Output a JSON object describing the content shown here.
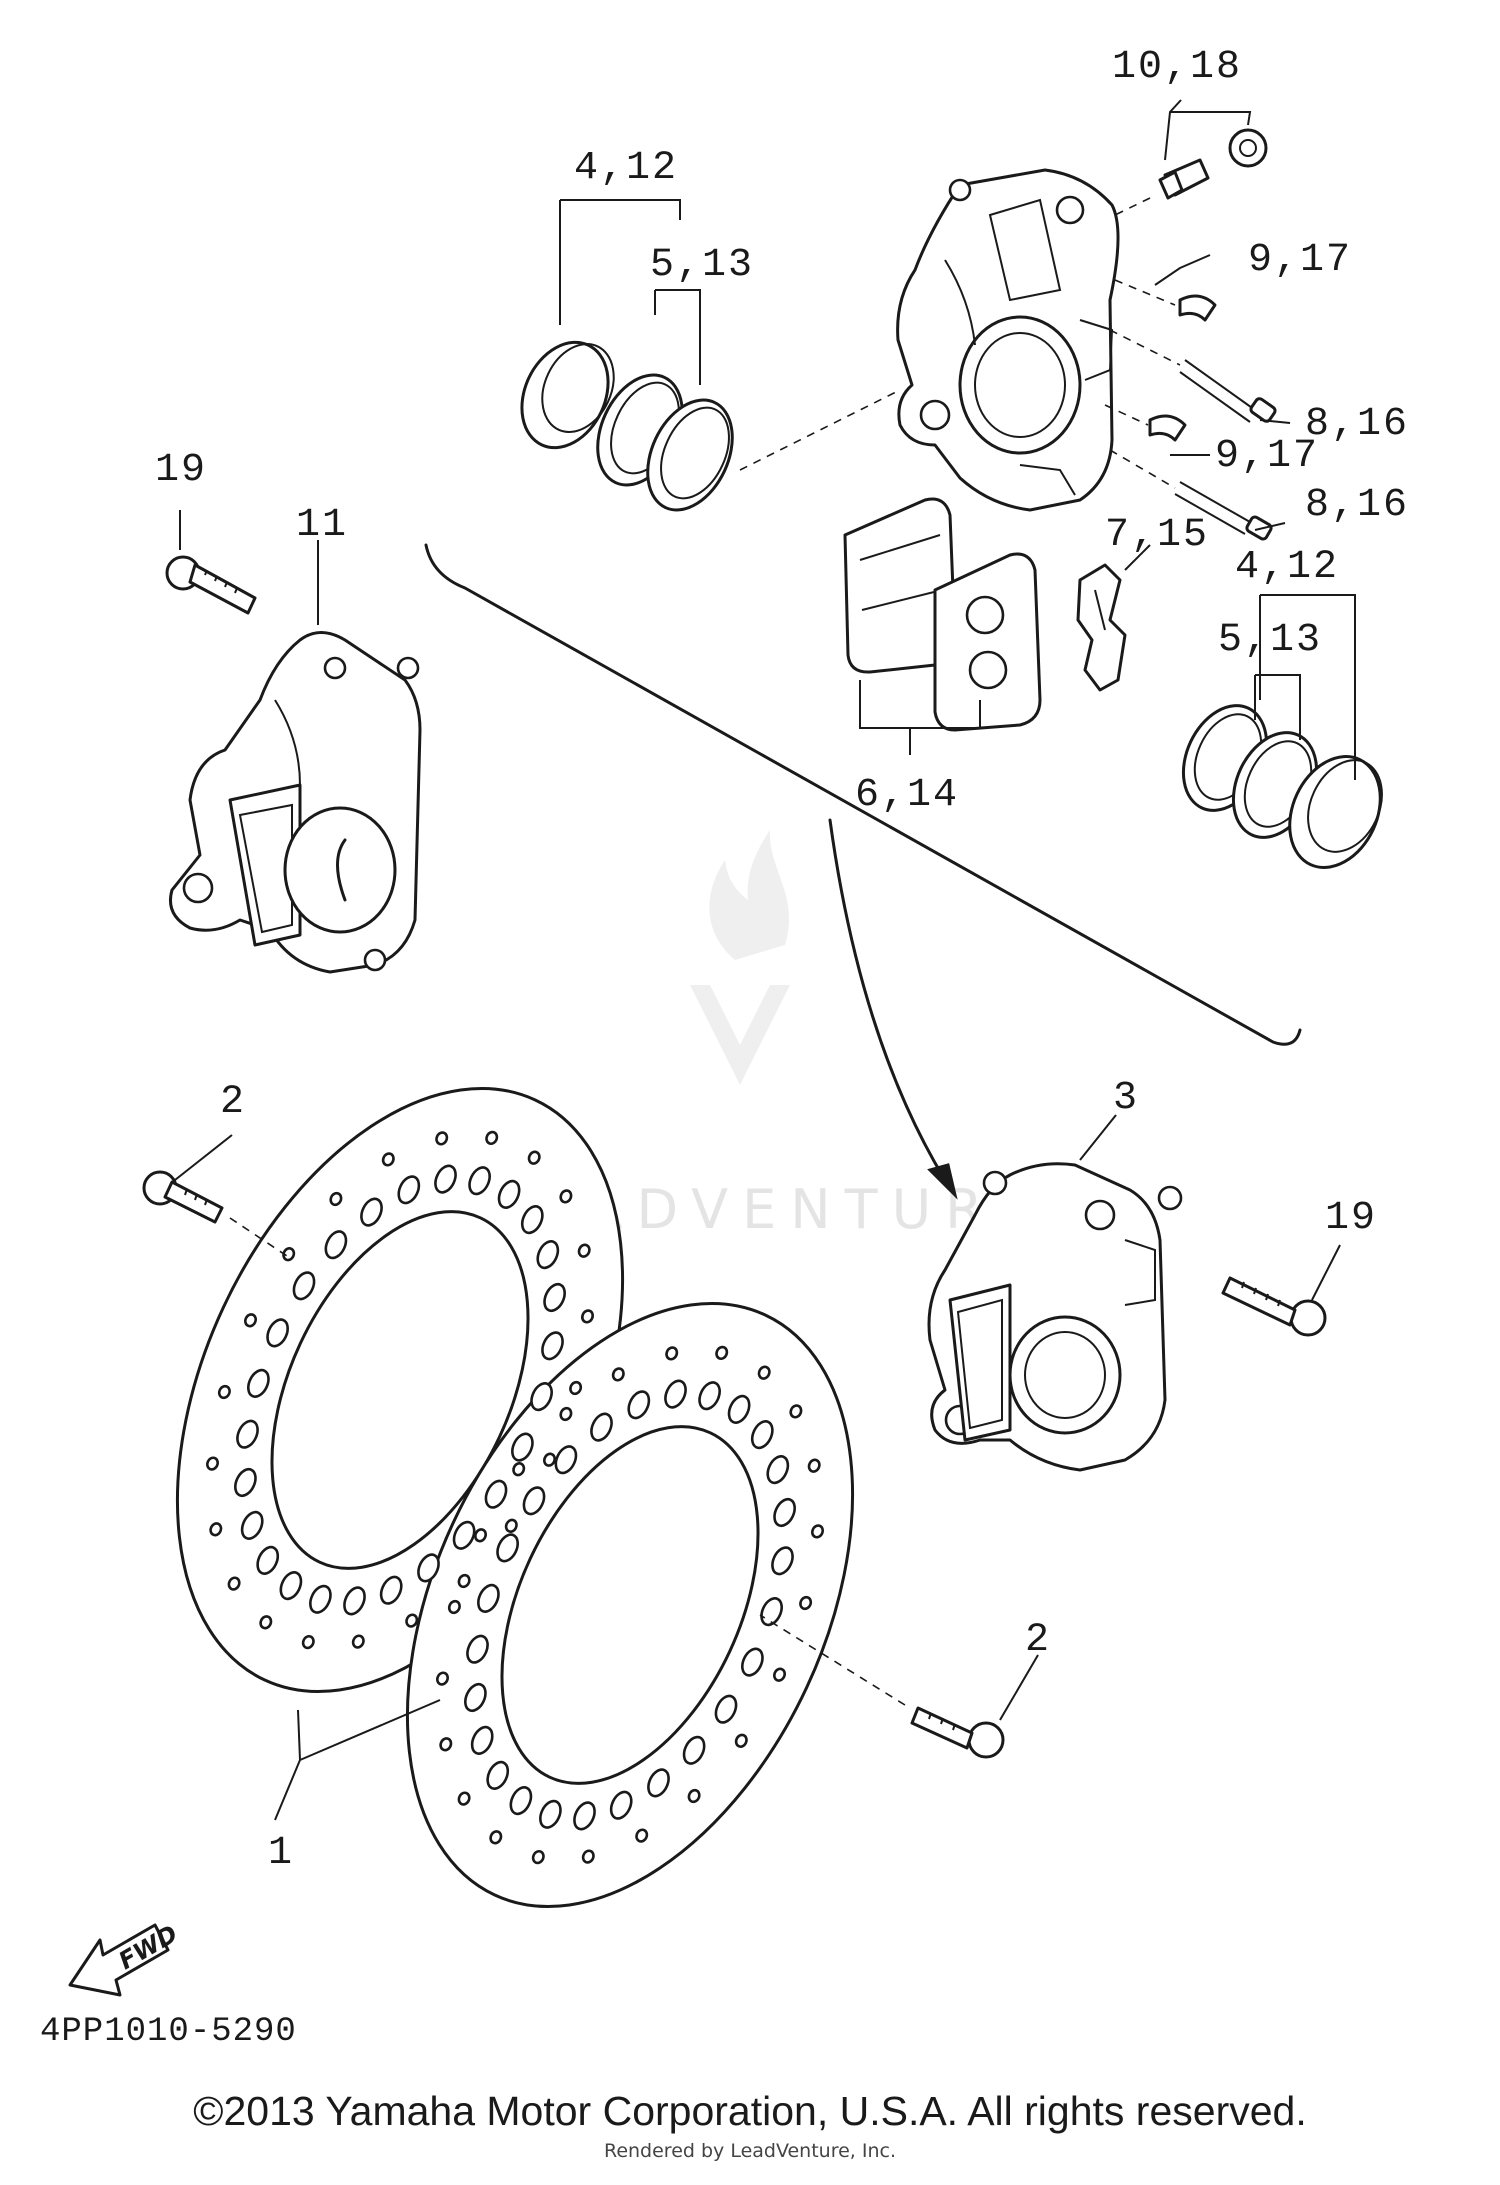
{
  "watermark": {
    "text": "LEADVENTUR",
    "color": "#e4e4e4"
  },
  "callouts": {
    "c1": "1",
    "c2a": "2",
    "c2b": "2",
    "c3": "3",
    "c4_12a": "4,12",
    "c4_12b": "4,12",
    "c5_13a": "5,13",
    "c5_13b": "5,13",
    "c6_14": "6,14",
    "c7_15": "7,15",
    "c8_16a": "8,16",
    "c8_16b": "8,16",
    "c9_17a": "9,17",
    "c9_17b": "9,17",
    "c10_18": "10,18",
    "c11": "11",
    "c19a": "19",
    "c19b": "19"
  },
  "fwd_label": "FWD",
  "diagram_code": "4PP1010-5290",
  "footer": {
    "copyright": "©2013 Yamaha Motor Corporation, U.S.A. All rights reserved.",
    "rendered_by": "Rendered by LeadVenture, Inc."
  },
  "icons": [
    "fwd-arrow-icon",
    "leadventure-logo-icon"
  ]
}
